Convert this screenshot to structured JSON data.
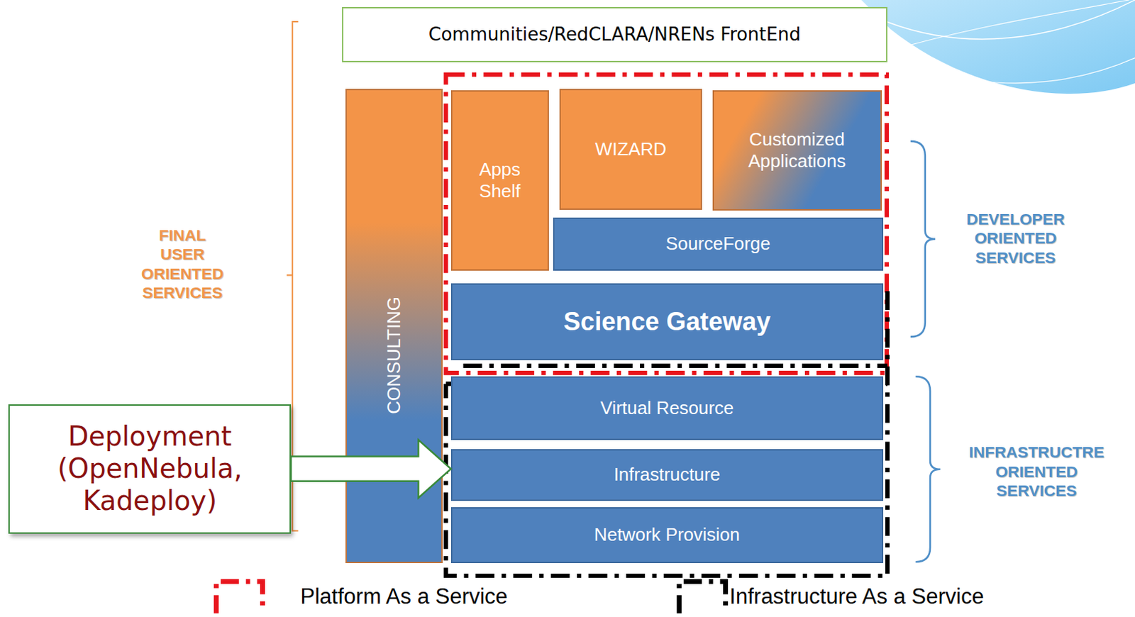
{
  "diagram": {
    "nodes": [
      {
        "text": [
          "Communities/RedCLARA/NRENs FrontEnd"
        ]
      },
      {
        "text": [
          "CONSULTING"
        ]
      },
      {
        "text": [
          "Apps Shelf"
        ]
      },
      {
        "text": [
          "WIZARD"
        ]
      },
      {
        "text": [
          "Customized Applications"
        ]
      },
      {
        "text": [
          "SourceForge"
        ]
      },
      {
        "text": [
          "Science Gateway"
        ]
      },
      {
        "text": [
          "Virtual Resource"
        ]
      },
      {
        "text": [
          "Infrastructure"
        ]
      },
      {
        "text": [
          "Network Provision"
        ]
      },
      {
        "text": [
          "Deployment (OpenNebula, Kadeploy)"
        ]
      }
    ],
    "edges": [
      {
        "from": 10,
        "to": 8,
        "arrow": "to"
      }
    ],
    "labels": [
      "FINAL USER ORIENTED SERVICES",
      "DEVELOPER ORIENTED SERVICES",
      "INFRASTRUCTRE ORIENTED SERVICES"
    ],
    "legend": [
      {
        "text": "Platform As a Service"
      },
      {
        "text": "Infrastructure As a Service"
      }
    ]
  }
}
